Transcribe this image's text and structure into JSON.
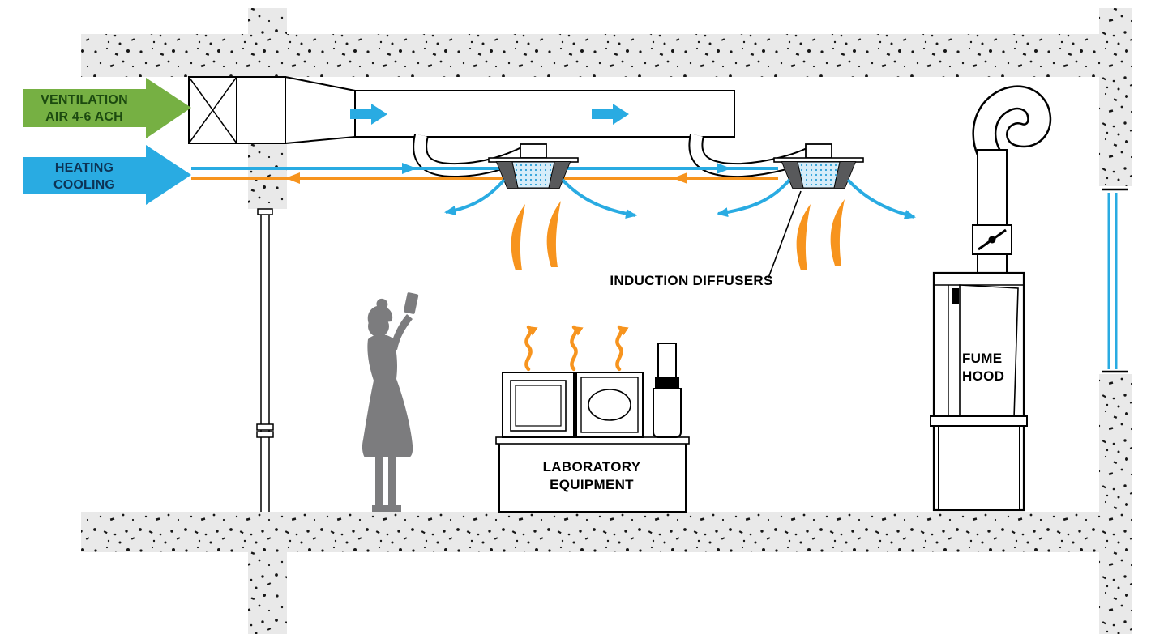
{
  "diagram": {
    "labels": {
      "ventilation_line1": "VENTILATION",
      "ventilation_line2": "AIR 4-6 ACH",
      "heating": "HEATING",
      "cooling": "COOLING",
      "induction_diffusers": "INDUCTION DIFFUSERS",
      "laboratory": "LABORATORY",
      "equipment": "EQUIPMENT",
      "fume": "FUME",
      "hood": "HOOD"
    },
    "colors": {
      "ventilation_green": "#76B043",
      "air_blue": "#29ABE2",
      "heat_orange": "#F7941E",
      "person_gray": "#7C7C7E",
      "concrete_gray": "#E9E9E9",
      "diffuser_face_blue": "#D6EDF9",
      "diffuser_wedge_gray": "#58595B",
      "outline_black": "#000000"
    }
  }
}
